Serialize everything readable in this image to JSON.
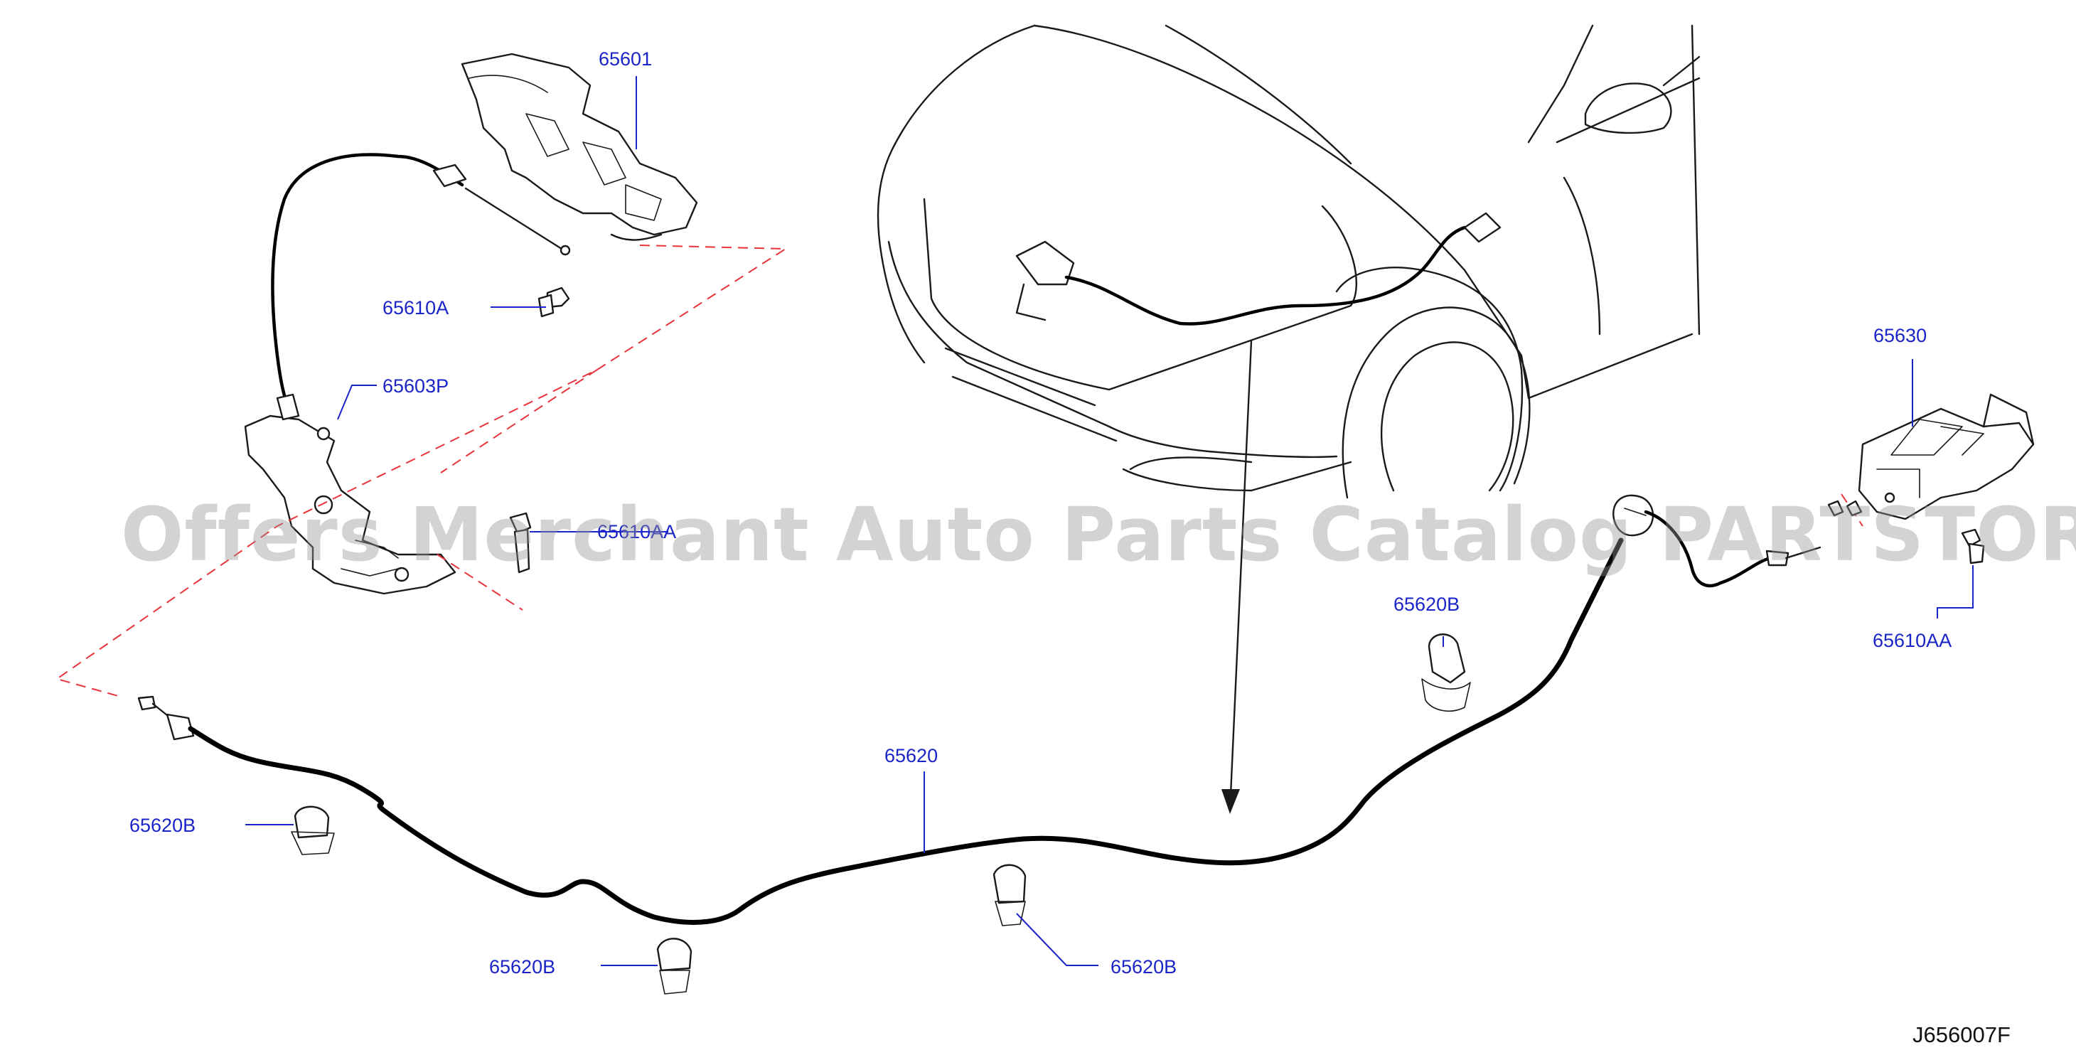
{
  "labels": {
    "hood_lock": "65601",
    "bolt_a": "65610A",
    "bracket": "65603P",
    "bolt_aa_left": "65610AA",
    "cable_clip_right": "65620B",
    "cable": "65620",
    "clip_left": "65620B",
    "clip_bottom_left": "65620B",
    "clip_bottom_right": "65620B",
    "release_handle": "65630",
    "bolt_aa_right": "65610AA"
  },
  "diagram_code": "J656007F",
  "watermark": "Offers Merchant Auto Parts Catalog PARTSTORE.SA",
  "colors": {
    "label": "#1a24c8",
    "line": "#1a1a1a",
    "dashed": "#e8343a",
    "watermark": "#969696"
  }
}
